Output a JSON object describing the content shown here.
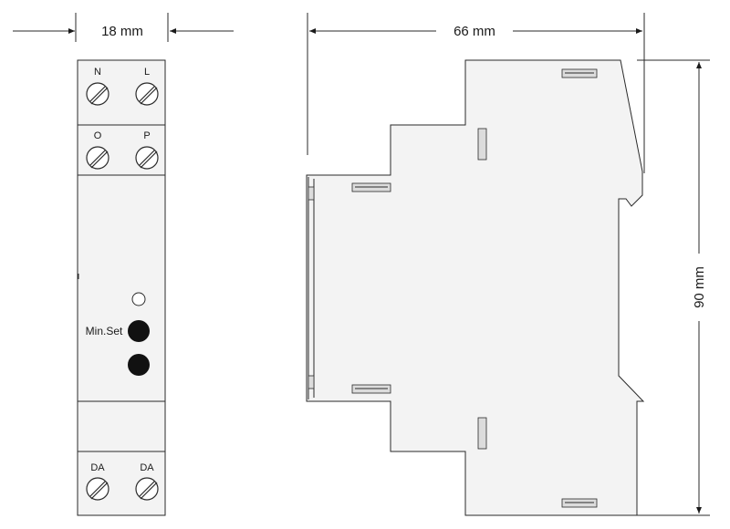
{
  "dimensions": {
    "width_front": "18 mm",
    "width_side": "66 mm",
    "height": "90 mm"
  },
  "terminals": {
    "top_row_1": [
      "N",
      "L"
    ],
    "top_row_2": [
      "O",
      "P"
    ],
    "bottom_row": [
      "DA",
      "DA"
    ]
  },
  "controls": {
    "button_label": "Min.Set"
  },
  "colors": {
    "outline": "#2a2a2a",
    "body": "#f3f3f3",
    "button": "#111111"
  }
}
